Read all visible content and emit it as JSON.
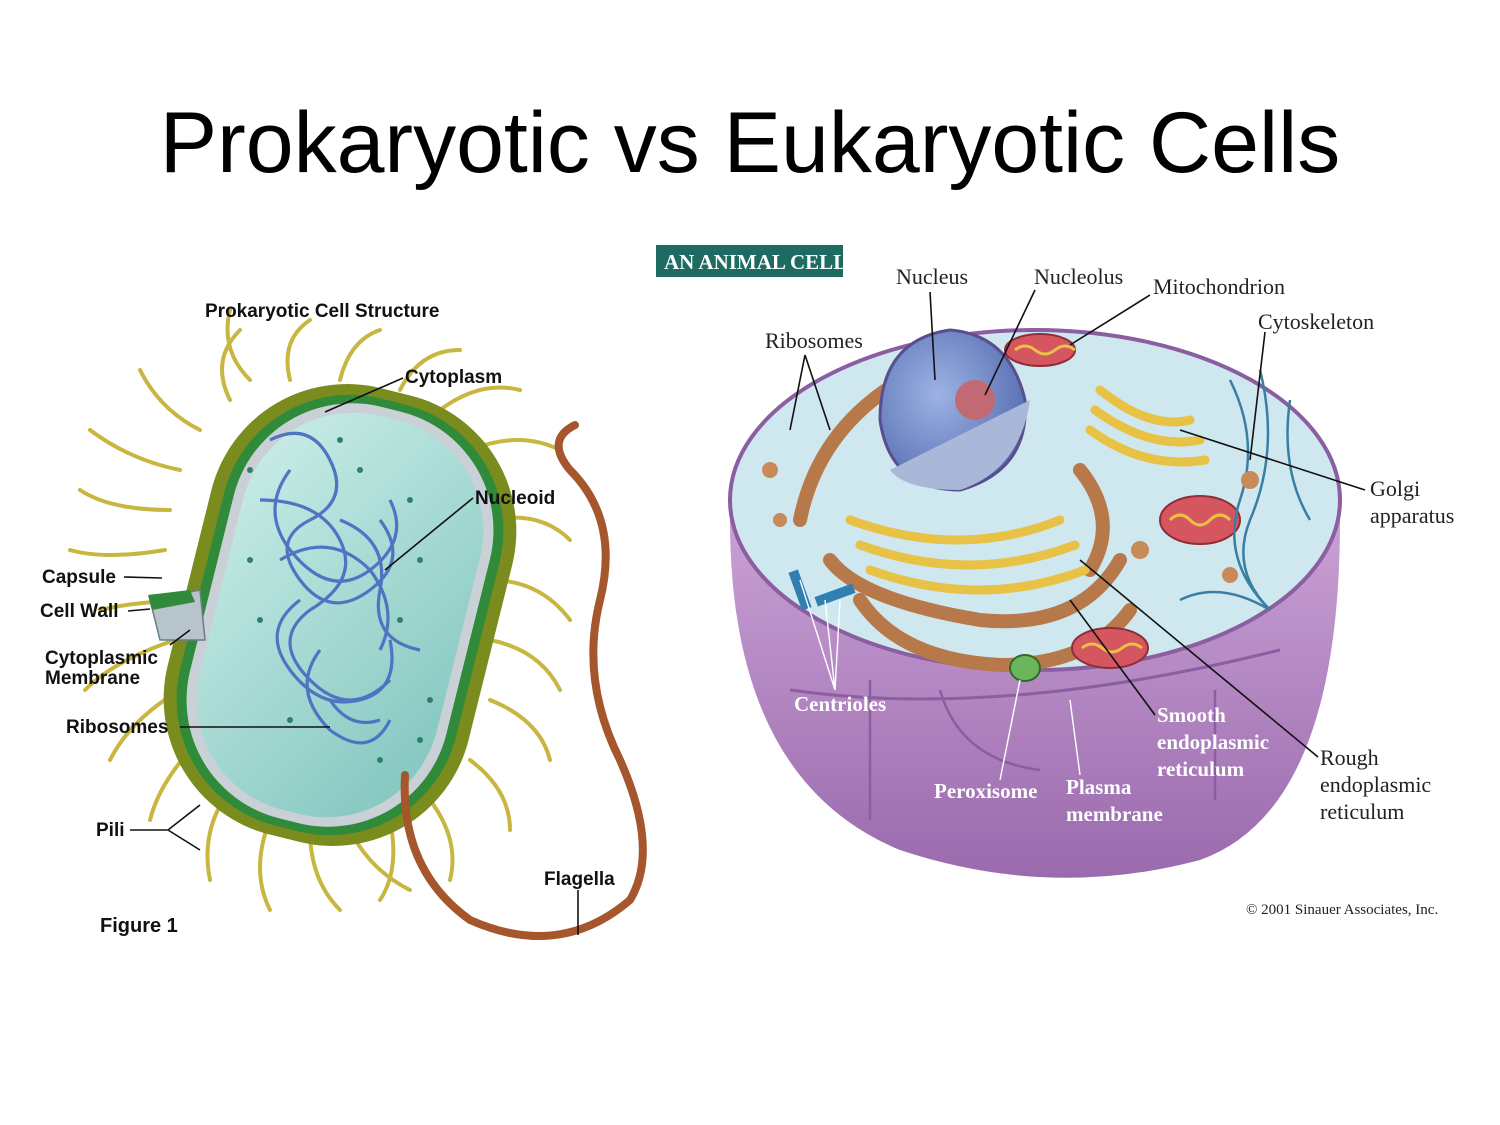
{
  "title": "Prokaryotic vs Eukaryotic Cells",
  "prokaryote": {
    "heading": "Prokaryotic Cell Structure",
    "figure": "Figure 1",
    "labels": {
      "cytoplasm": "Cytoplasm",
      "nucleoid": "Nucleoid",
      "capsule": "Capsule",
      "cell_wall": "Cell Wall",
      "membrane_1": "Cytoplasmic",
      "membrane_2": "Membrane",
      "ribosomes": "Ribosomes",
      "pili": "Pili",
      "flagella": "Flagella"
    }
  },
  "eukaryote": {
    "badge": "AN ANIMAL CELL",
    "copyright": "© 2001 Sinauer Associates, Inc.",
    "labels": {
      "nucleus": "Nucleus",
      "nucleolus": "Nucleolus",
      "mitochondrion": "Mitochondrion",
      "cytoskeleton": "Cytoskeleton",
      "ribosomes": "Ribosomes",
      "golgi_1": "Golgi",
      "golgi_2": "apparatus",
      "centrioles": "Centrioles",
      "smooth_1": "Smooth",
      "smooth_2": "endoplasmic",
      "smooth_3": "reticulum",
      "rough_1": "Rough",
      "rough_2": "endoplasmic",
      "rough_3": "reticulum",
      "peroxisome": "Peroxisome",
      "plasma_1": "Plasma",
      "plasma_2": "membrane"
    }
  },
  "colors": {
    "pili": "#c9b640",
    "capsule": "#7a8c1e",
    "cytoplasm": "#9fd3cf",
    "dna": "#4a6fc2",
    "flagellum": "#a5562c",
    "cell_purple": "#a77bb5",
    "nucleus": "#6f88c9",
    "er": "#b7794a",
    "golgi": "#e8c245",
    "badge": "#1e6b62"
  }
}
